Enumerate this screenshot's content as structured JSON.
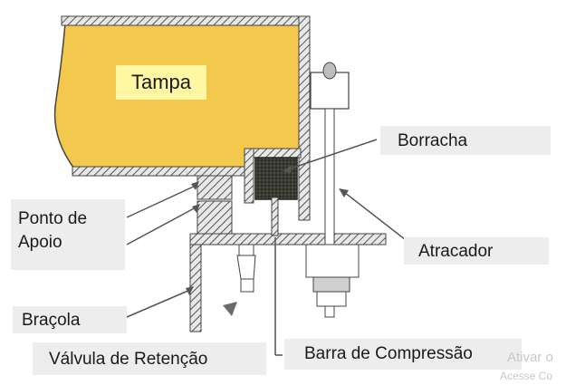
{
  "labels": {
    "tampa": "Tampa",
    "borracha": "Borracha",
    "ponto_de_apoio_line1": "Ponto de",
    "ponto_de_apoio_line2": "Apoio",
    "atracador": "Atracador",
    "bracola": "Braçola",
    "valvula": "Válvula de Retenção",
    "barra": "Barra de Compressão"
  },
  "watermark": {
    "line1": "Ativar o",
    "line2": "Acesse Co"
  },
  "colors": {
    "tampa_fill": "#f2c94c",
    "label_bg": "#ededed",
    "rubber": "#3a3a32",
    "metal": "#ffffff",
    "hatch": "#555555"
  }
}
